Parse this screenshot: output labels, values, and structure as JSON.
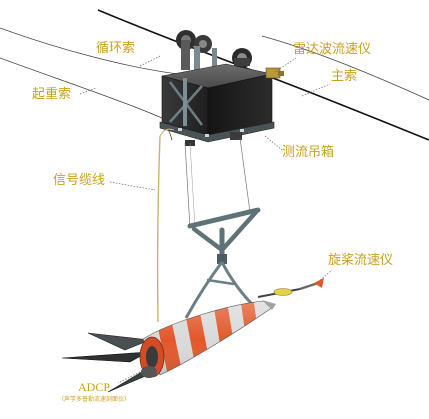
{
  "labels": {
    "radar": "雷达波流速仪",
    "main_cable": "主索",
    "circulation": "循环索",
    "hoisting": "起重索",
    "box": "测流吊箱",
    "signal": "信号缆线",
    "propeller": "旋桨流速仪",
    "adcp": "ADCP",
    "adcp_sub": "（声学多普勒流速剖面仪）"
  },
  "colors": {
    "label": "#c8a11e",
    "cable": "#111111",
    "box_dark": "#2b2b2b",
    "frame": "#6b7f85",
    "signal_cable": "#c9b46a",
    "body_orange": "#e2572a",
    "body_white": "#f2f2f2"
  }
}
